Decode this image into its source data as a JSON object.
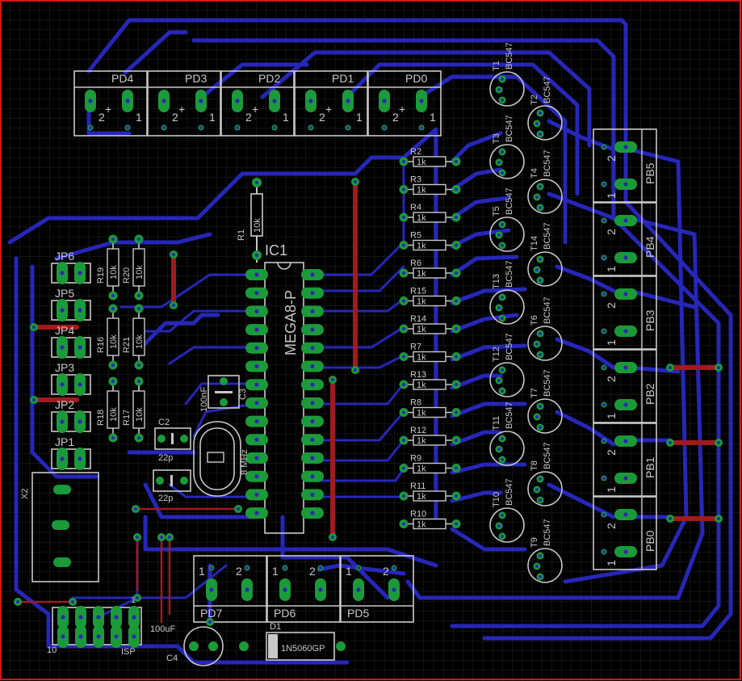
{
  "colors": {
    "background": "#000000",
    "grid": "#2a2a2a",
    "bottom_copper": "#2626b8",
    "top_copper": "#a01c1c",
    "pad": "#1b9a3a",
    "silkscreen": "#c8c8c8",
    "board_edge": "#d01818"
  },
  "ic": {
    "name": "IC1",
    "part": "MEGA8-P"
  },
  "top_connectors": [
    "PD4",
    "PD3",
    "PD2",
    "PD1",
    "PD0"
  ],
  "bottom_connectors": [
    "PD7",
    "PD6",
    "PD5"
  ],
  "right_connectors": [
    "PB5",
    "PB4",
    "PB3",
    "PB2",
    "PB1",
    "PB0"
  ],
  "pin_numbers": {
    "one": "1",
    "two": "2",
    "ten": "10"
  },
  "jumpers": [
    "JP6",
    "JP5",
    "JP4",
    "JP3",
    "JP2",
    "JP1"
  ],
  "resistor_column": [
    {
      "name": "R2",
      "value": "1k"
    },
    {
      "name": "R3",
      "value": "1k"
    },
    {
      "name": "R4",
      "value": "1k"
    },
    {
      "name": "R5",
      "value": "1k"
    },
    {
      "name": "R6",
      "value": "1k"
    },
    {
      "name": "R15",
      "value": "1k"
    },
    {
      "name": "R14",
      "value": "1k"
    },
    {
      "name": "R7",
      "value": "1k"
    },
    {
      "name": "R13",
      "value": "1k"
    },
    {
      "name": "R8",
      "value": "1k"
    },
    {
      "name": "R12",
      "value": "1k"
    },
    {
      "name": "R9",
      "value": "1k"
    },
    {
      "name": "R11",
      "value": "1k"
    },
    {
      "name": "R10",
      "value": "1k"
    }
  ],
  "transistors": [
    {
      "name": "T1",
      "part": "BC547"
    },
    {
      "name": "T2",
      "part": "BC547"
    },
    {
      "name": "T3",
      "part": "BC547"
    },
    {
      "name": "T4",
      "part": "BC547"
    },
    {
      "name": "T5",
      "part": "BC547"
    },
    {
      "name": "T14",
      "part": "BC547"
    },
    {
      "name": "T13",
      "part": "BC547"
    },
    {
      "name": "T6",
      "part": "BC547"
    },
    {
      "name": "T12",
      "part": "BC547"
    },
    {
      "name": "T7",
      "part": "BC547"
    },
    {
      "name": "T11",
      "part": "BC547"
    },
    {
      "name": "T8",
      "part": "BC547"
    },
    {
      "name": "T10",
      "part": "BC547"
    },
    {
      "name": "T9",
      "part": "BC547"
    }
  ],
  "left_resistors": [
    {
      "name": "R19",
      "value": "10k"
    },
    {
      "name": "R20",
      "value": "10k"
    },
    {
      "name": "R16",
      "value": "10k"
    },
    {
      "name": "R21",
      "value": "10k"
    },
    {
      "name": "R18",
      "value": "10k"
    },
    {
      "name": "R17",
      "value": "10k"
    }
  ],
  "r1": {
    "name": "R1",
    "value": "10k"
  },
  "c3": {
    "name": "C3",
    "value": "100nF"
  },
  "c2": {
    "name": "C2",
    "value": "22p"
  },
  "c_second": {
    "value": "22p"
  },
  "crystal": {
    "value": "8 MHz"
  },
  "x2": {
    "name": "X2"
  },
  "isp": {
    "name": "ISP"
  },
  "c4": {
    "name": "C4",
    "value": "100uF"
  },
  "d1": {
    "name": "D1",
    "part": "1N5060GP"
  }
}
